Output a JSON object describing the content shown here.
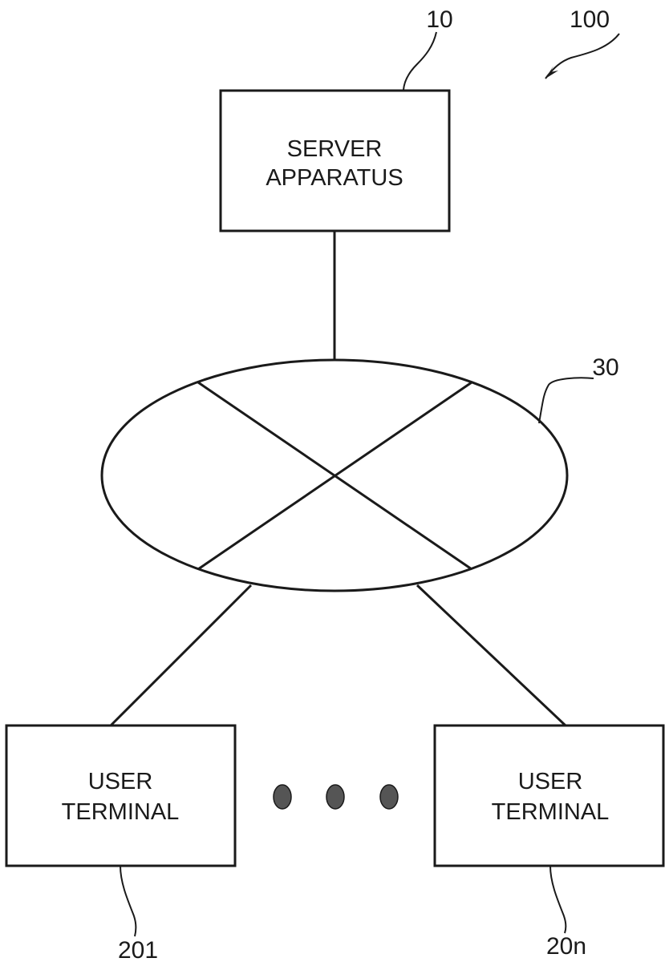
{
  "figure": {
    "system_ref": "100",
    "server": {
      "ref": "10",
      "lines": [
        "SERVER",
        "APPARATUS"
      ]
    },
    "network": {
      "ref": "30"
    },
    "terminals": [
      {
        "ref": "201",
        "lines": [
          "USER",
          "TERMINAL"
        ]
      },
      {
        "ref": "20n",
        "lines": [
          "USER",
          "TERMINAL"
        ]
      }
    ],
    "ellipsis": "• • •"
  }
}
